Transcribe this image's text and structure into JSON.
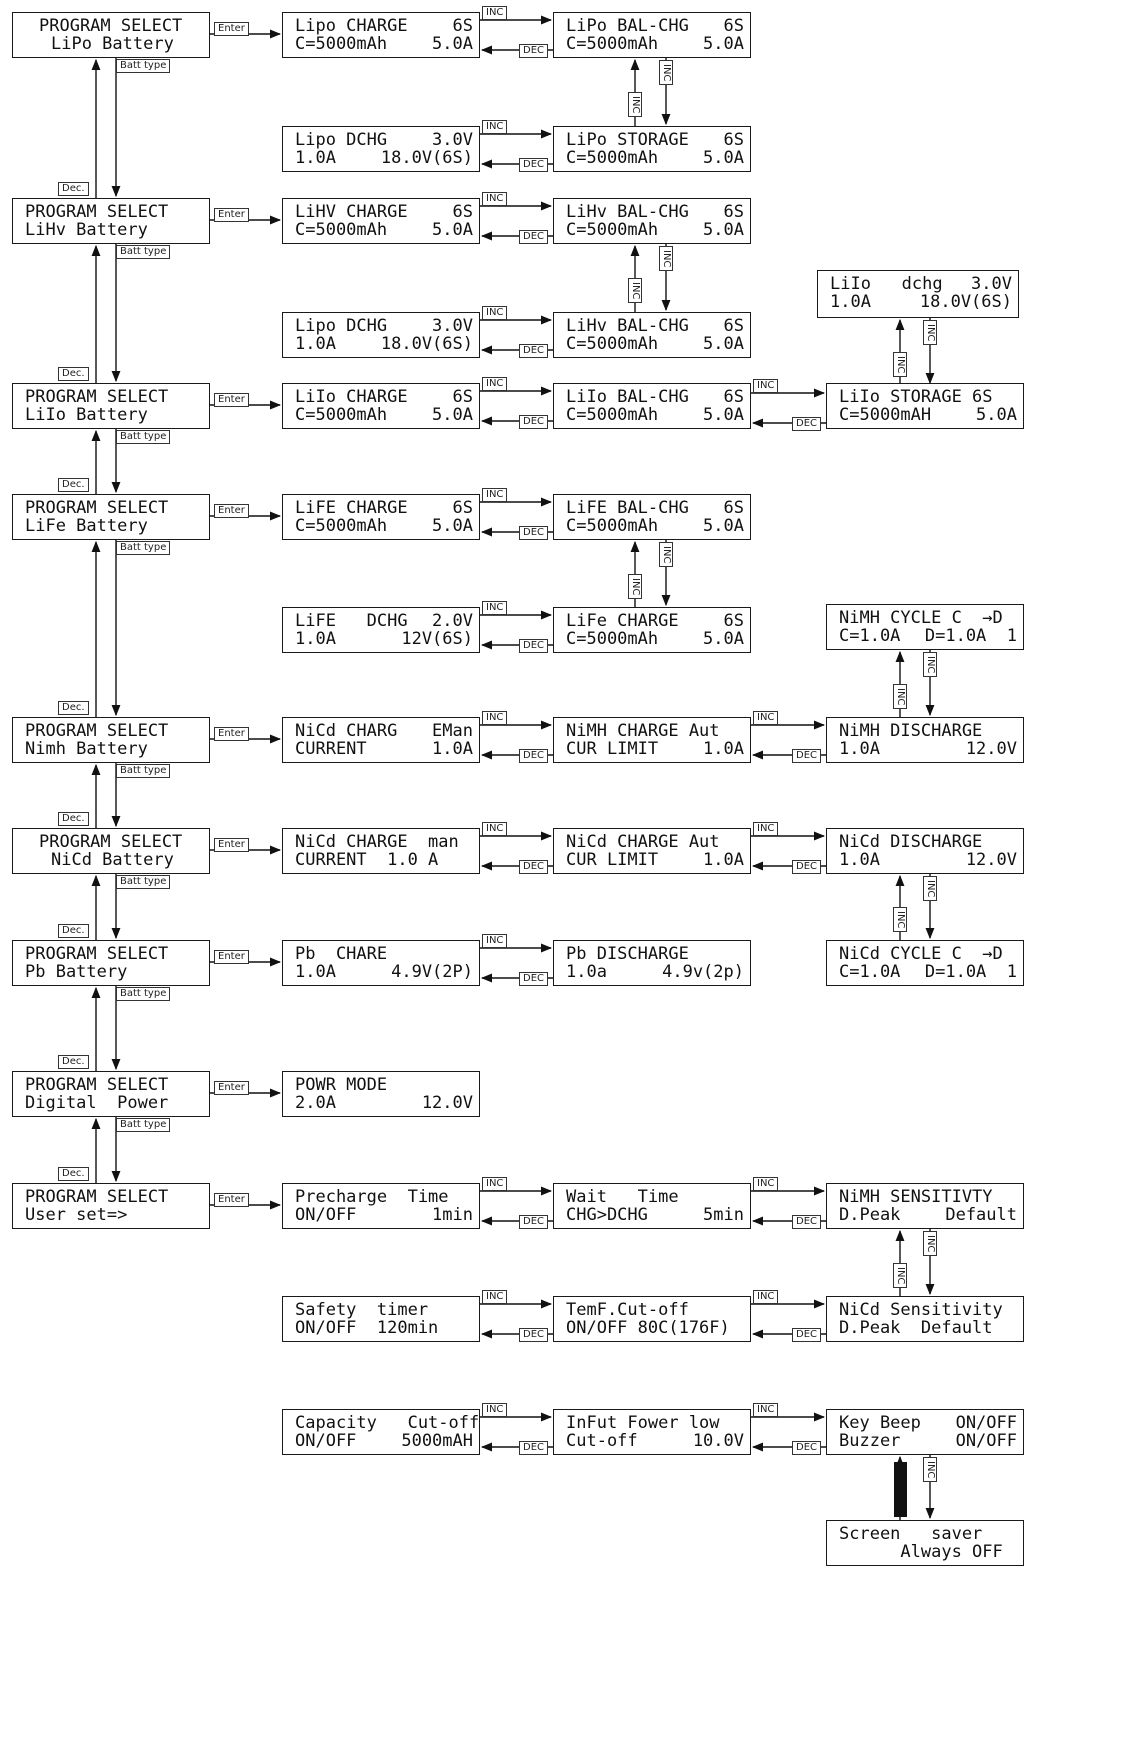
{
  "tags": {
    "enter": "Enter",
    "batt_type": "Batt type",
    "dec_left": "Dec.",
    "inc": "INC",
    "dec": "DEC"
  },
  "program_select": [
    {
      "l1": "PROGRAM SELECT",
      "l2": "LiPo Battery"
    },
    {
      "l1": "PROGRAM SELECT",
      "l2": "LiHv Battery"
    },
    {
      "l1": "PROGRAM SELECT",
      "l2": "LiIo Battery"
    },
    {
      "l1": "PROGRAM SELECT",
      "l2": "LiFe Battery"
    },
    {
      "l1": "PROGRAM SELECT",
      "l2": "Nimh Battery"
    },
    {
      "l1": "PROGRAM SELECT",
      "l2": "NiCd Battery"
    },
    {
      "l1": "PROGRAM SELECT",
      "l2": "Pb Battery"
    },
    {
      "l1": "PROGRAM SELECT",
      "l2": "Digital  Power"
    },
    {
      "l1": "PROGRAM SELECT",
      "l2": "User set=>"
    }
  ],
  "lipo": {
    "charge": {
      "l1a": "Lipo CHARGE",
      "l1b": "6S",
      "l2a": "C=5000mAh",
      "l2b": "5.0A"
    },
    "bal": {
      "l1a": "LiPo BAL-CHG",
      "l1b": "6S",
      "l2a": "C=5000mAh",
      "l2b": "5.0A"
    },
    "storage": {
      "l1a": "LiPo STORAGE",
      "l1b": "6S",
      "l2a": "C=5000mAh",
      "l2b": "5.0A"
    },
    "dchg": {
      "l1a": "Lipo DCHG",
      "l1b": "3.0V",
      "l2a": "1.0A",
      "l2b": "18.0V(6S)"
    }
  },
  "lihv": {
    "charge": {
      "l1a": "LiHV CHARGE",
      "l1b": "6S",
      "l2a": "C=5000mAh",
      "l2b": "5.0A"
    },
    "bal1": {
      "l1a": "LiHv BAL-CHG",
      "l1b": "6S",
      "l2a": "C=5000mAh",
      "l2b": "5.0A"
    },
    "bal2": {
      "l1a": "LiHv BAL-CHG",
      "l1b": "6S",
      "l2a": "C=5000mAh",
      "l2b": "5.0A"
    },
    "dchg": {
      "l1a": "Lipo DCHG",
      "l1b": "3.0V",
      "l2a": "1.0A",
      "l2b": "18.0V(6S)"
    }
  },
  "liio": {
    "charge": {
      "l1a": "LiIo CHARGE",
      "l1b": "6S",
      "l2a": "C=5000mAh",
      "l2b": "5.0A"
    },
    "bal": {
      "l1a": "LiIo BAL-CHG",
      "l1b": "6S",
      "l2a": "C=5000mAh",
      "l2b": "5.0A"
    },
    "storage": {
      "l1a": "LiIo STORAGE 6S",
      "l1b": "",
      "l2a": "C=5000mAH",
      "l2b": "5.0A"
    },
    "dchg": {
      "l1a": "LiIo   dchg",
      "l1b": "3.0V",
      "l2a": "1.0A",
      "l2b": "18.0V(6S)"
    }
  },
  "life": {
    "charge": {
      "l1a": "LiFE CHARGE",
      "l1b": "6S",
      "l2a": "C=5000mAh",
      "l2b": "5.0A"
    },
    "bal": {
      "l1a": "LiFE BAL-CHG",
      "l1b": "6S",
      "l2a": "C=5000mAh",
      "l2b": "5.0A"
    },
    "charge2": {
      "l1a": "LiFe CHARGE",
      "l1b": "6S",
      "l2a": "C=5000mAh",
      "l2b": "5.0A"
    },
    "dchg": {
      "l1a": "LiFE   DCHG",
      "l1b": "2.0V",
      "l2a": "1.0A",
      "l2b": "12V(6S)"
    }
  },
  "nimh": {
    "charge_man": {
      "l1a": "NiCd CHARG",
      "l1b": "EMan",
      "l2a": "CURRENT",
      "l2b": "1.0A"
    },
    "charge_aut": {
      "l1a": "NiMH CHARGE Aut",
      "l1b": "",
      "l2a": "CUR LIMIT",
      "l2b": "1.0A"
    },
    "discharge": {
      "l1a": "NiMH DISCHARGE",
      "l1b": "",
      "l2a": "1.0A",
      "l2b": "12.0V"
    },
    "cycle": {
      "l1a": "NiMH CYCLE C  →D",
      "l1b": "",
      "l2a": "C=1.0A",
      "l2b": "D=1.0A  1"
    }
  },
  "nicd": {
    "charge_man": {
      "l1a": "NiCd CHARGE  man",
      "l1b": "",
      "l2a": "CURRENT  1.0 A",
      "l2b": ""
    },
    "charge_aut": {
      "l1a": "NiCd CHARGE Aut",
      "l1b": "",
      "l2a": "CUR LIMIT",
      "l2b": "1.0A"
    },
    "discharge": {
      "l1a": "NiCd DISCHARGE",
      "l1b": "",
      "l2a": "1.0A",
      "l2b": "12.0V"
    },
    "cycle": {
      "l1a": "NiCd CYCLE C  →D",
      "l1b": "",
      "l2a": "C=1.0A",
      "l2b": "D=1.0A  1"
    }
  },
  "pb": {
    "charge": {
      "l1a": "Pb  CHARE",
      "l1b": "",
      "l2a": "1.0A",
      "l2b": "4.9V(2P)"
    },
    "discharge": {
      "l1a": "Pb DISCHARGE",
      "l1b": "",
      "l2a": "1.0a",
      "l2b": "4.9v(2p)"
    }
  },
  "digital_power": {
    "mode": {
      "l1a": "POWR MODE",
      "l1b": "",
      "l2a": "2.0A",
      "l2b": "12.0V"
    }
  },
  "user_set": {
    "precharge": {
      "l1a": "Precharge  Time",
      "l1b": "",
      "l2a": "ON/OFF",
      "l2b": "1min"
    },
    "wait": {
      "l1a": "Wait   Time",
      "l1b": "",
      "l2a": "CHG>DCHG",
      "l2b": "5min"
    },
    "nimh_sens": {
      "l1a": "NiMH SENSITIVTY",
      "l1b": "",
      "l2a": "D.Peak",
      "l2b": "Default"
    },
    "safety": {
      "l1a": "Safety  timer",
      "l1b": "",
      "l2a": "ON/OFF  120min",
      "l2b": ""
    },
    "temp": {
      "l1a": "TemF.Cut-off",
      "l1b": "",
      "l2a": "ON/OFF 80C(176F)",
      "l2b": ""
    },
    "nicd_sens": {
      "l1a": "NiCd Sensitivity",
      "l1b": "",
      "l2a": "D.Peak  Default",
      "l2b": ""
    },
    "capacity": {
      "l1a": "Capacity   Cut-off",
      "l1b": "",
      "l2a": "ON/OFF",
      "l2b": "5000mAH"
    },
    "input": {
      "l1a": "InFut Fower low",
      "l1b": "",
      "l2a": "Cut-off",
      "l2b": "10.0V"
    },
    "key_beep": {
      "l1a": "Key Beep",
      "l1b": "ON/OFF",
      "l2a": "Buzzer",
      "l2b": "ON/OFF"
    },
    "screen_saver": {
      "l1a": "Screen   saver",
      "l1b": "",
      "l2a": "      Always OFF",
      "l2b": ""
    }
  }
}
